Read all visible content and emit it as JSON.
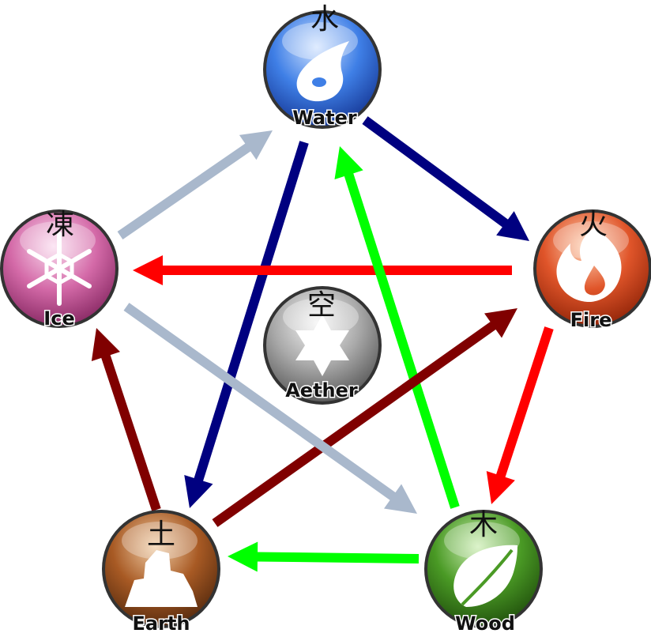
{
  "elements": {
    "water": {
      "label": "Water",
      "kanji": "水",
      "color": "#3f7fe6"
    },
    "fire": {
      "label": "Fire",
      "kanji": "火",
      "color": "#e0552a"
    },
    "wood": {
      "label": "Wood",
      "kanji": "木",
      "color": "#4a9a25"
    },
    "earth": {
      "label": "Earth",
      "kanji": "土",
      "color": "#a85a24"
    },
    "ice": {
      "label": "Ice",
      "kanji": "凍",
      "color": "#d46aa8"
    },
    "aether": {
      "label": "Aether",
      "kanji": "空",
      "color": "#a9a9a9"
    }
  },
  "arrows": [
    {
      "from": "water",
      "to": "fire",
      "color": "#000080"
    },
    {
      "from": "fire",
      "to": "wood",
      "color": "#ff0000"
    },
    {
      "from": "wood",
      "to": "earth",
      "color": "#00ff00"
    },
    {
      "from": "earth",
      "to": "ice",
      "color": "#800000"
    },
    {
      "from": "ice",
      "to": "water",
      "color": "#a9b8cc"
    },
    {
      "from": "water",
      "to": "earth",
      "color": "#000080"
    },
    {
      "from": "fire",
      "to": "ice",
      "color": "#ff0000"
    },
    {
      "from": "wood",
      "to": "water",
      "color": "#00ff00"
    },
    {
      "from": "earth",
      "to": "fire",
      "color": "#800000"
    },
    {
      "from": "ice",
      "to": "wood",
      "color": "#a9b8cc"
    }
  ]
}
